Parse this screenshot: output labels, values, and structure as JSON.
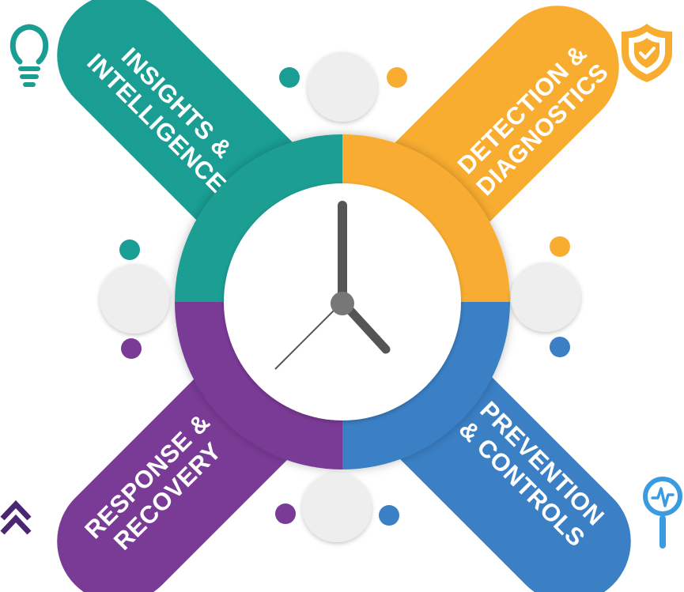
{
  "segments": [
    {
      "id": "insights",
      "line1": "INSIGHTS &",
      "line2": "INTELLIGENCE",
      "color": "#1a9e93",
      "icon": "lightbulb-icon"
    },
    {
      "id": "detection",
      "line1": "DETECTION &",
      "line2": "DIAGNOSTICS",
      "color": "#f8ad31",
      "icon": "shield-check-icon"
    },
    {
      "id": "prevention",
      "line1": "PREVENTION",
      "line2": "& CONTROLS",
      "color": "#3b80c5",
      "icon": "magnifier-pulse-icon"
    },
    {
      "id": "response",
      "line1": "RESPONSE &",
      "line2": "RECOVERY",
      "color": "#7a3b96",
      "icon": "double-chevron-up-icon"
    }
  ],
  "center": {
    "icon": "clock-icon",
    "hand_color": "#555555",
    "face_color": "#ffffff"
  },
  "connector_color": "#eeeeee"
}
